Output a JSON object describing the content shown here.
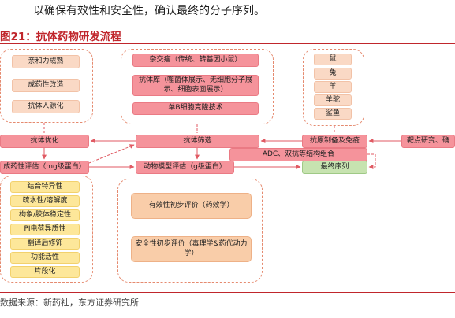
{
  "intro_text": "以确保有效性和安全性，确认最终的分子序列。",
  "figure_title": "图21：抗体药物研发流程",
  "affinity_group": [
    "亲和力成熟",
    "成药性改造",
    "抗体人源化"
  ],
  "library_group": [
    "杂交瘤（传统、转基因小鼠）",
    "抗体库（噬菌体展示、无细胞分子展示、细胞表面展示）",
    "单B细胞克隆技术"
  ],
  "animal_group": [
    "鼠",
    "兔",
    "羊",
    "羊驼",
    "鲨鱼"
  ],
  "pipeline": {
    "optimization": "抗体优化",
    "screening": "抗体筛选",
    "antigen": "抗原制备及免疫",
    "target": "靶点研究、确",
    "adc": "ADC、双抗等结构组合",
    "druggability": "成药性评估（mg级蛋白）",
    "animal_model": "动物模型评估（g级蛋白）",
    "final": "最终序列"
  },
  "druggability_items": [
    "结合特异性",
    "疏水性/溶解度",
    "构象/胶体稳定性",
    "PI电荷异质性",
    "翻译后修饰",
    "功能活性",
    "片段化"
  ],
  "evaluation_items": [
    "有效性初步评价（药效学）",
    "安全性初步评价（毒理学&药代动力学）"
  ],
  "source": "数据来源：新药社，东方证券研究所",
  "colors": {
    "accent": "#c0262c",
    "pink_box": "#f5939b",
    "peach_box": "#fad9c5",
    "green_box": "#c7e3b0",
    "yellow_box": "#fde79a",
    "dashed": "#e58a6f"
  }
}
